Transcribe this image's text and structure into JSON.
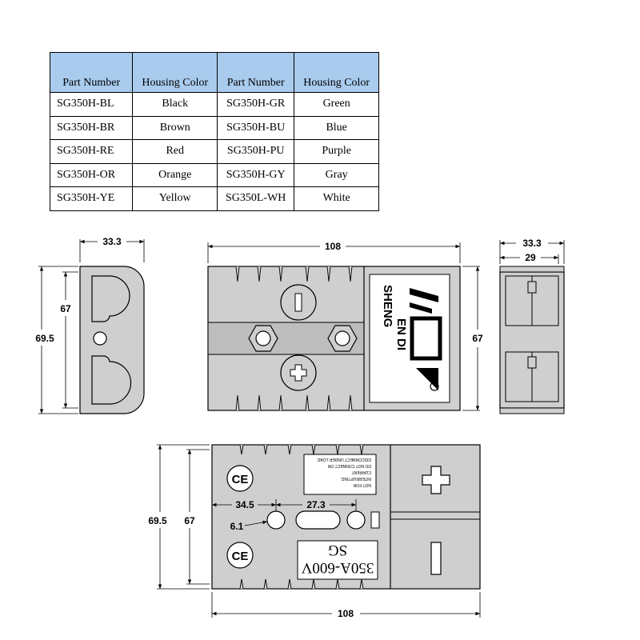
{
  "table": {
    "headers": [
      "Part Number",
      "Housing Color",
      "Part Number",
      "Housing Color"
    ],
    "rows": [
      [
        "SG350H-BL",
        "Black",
        "SG350H-GR",
        "Green"
      ],
      [
        "SG350H-BR",
        "Brown",
        "SG350H-BU",
        "Blue"
      ],
      [
        "SG350H-RE",
        "Red",
        "SG350H-PU",
        "Purple"
      ],
      [
        "SG350H-OR",
        "Orange",
        "SG350H-GY",
        "Gray"
      ],
      [
        "SG350H-YE",
        "Yellow",
        "SG350L-WH",
        "White"
      ]
    ],
    "header_color": "#a9cbed"
  },
  "dims": {
    "side_width": "33.3",
    "side_height_inner": "67",
    "side_height_outer": "69.5",
    "front_length": "108",
    "front_height": "67",
    "right_width_outer": "33.3",
    "right_width_inner": "29",
    "bottom_height_outer": "69.5",
    "bottom_height_inner": "67",
    "bottom_length": "108",
    "hole_offset": "34.5",
    "hole_spacing": "27.3",
    "hole_diameter": "6.1"
  },
  "logo": {
    "line1": "SHENG",
    "line2": "EN DI"
  },
  "stamp": {
    "line1": "350A-600V",
    "line2": "SG"
  },
  "ce_mark": "CE",
  "fine_print": [
    "NOT FOR",
    "INTERRUPTING",
    "CURRENT",
    "DO NOT CONNECT OR",
    "DISCONNECT UNDER LOAD"
  ],
  "colors": {
    "housing": "#cfcfcf",
    "housing_dark": "#9a9a9a",
    "label_bg": "#ffffff",
    "line": "#000000"
  }
}
